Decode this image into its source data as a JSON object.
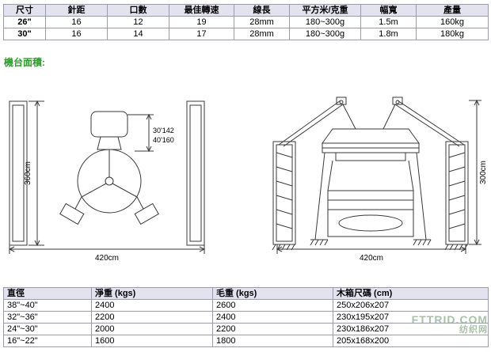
{
  "top_table": {
    "headers": [
      "尺寸",
      "針距",
      "口數",
      "最佳轉速",
      "線長",
      "平方米/克重",
      "幅寬",
      "產量"
    ],
    "rows": [
      [
        "26\"",
        "16",
        "12",
        "19",
        "28mm",
        "180~300g",
        "1.5m",
        "160kg"
      ],
      [
        "30\"",
        "16",
        "14",
        "17",
        "28mm",
        "180~300g",
        "1.8m",
        "180kg"
      ]
    ]
  },
  "section_label": "機台面積:",
  "diagram": {
    "top_view": {
      "height_dim": "360cm",
      "width_dim": "420cm",
      "inner_dim_1": "30'142",
      "inner_dim_2": "40'160"
    },
    "front_view": {
      "height_dim": "300cm",
      "width_dim": "420cm"
    }
  },
  "bottom_table": {
    "headers": [
      "直徑",
      "淨重 (kgs)",
      "毛重 (kgs)",
      "木箱尺碼 (cm)"
    ],
    "rows": [
      [
        "38\"~40\"",
        "2400",
        "2600",
        "250x206x207"
      ],
      [
        "32\"~36\"",
        "2200",
        "2400",
        "230x195x207"
      ],
      [
        "24\"~30\"",
        "2000",
        "2200",
        "230x186x207"
      ],
      [
        "16\"~22\"",
        "1600",
        "1800",
        "205x168x200"
      ]
    ]
  },
  "watermark": {
    "line1": "FTTRID.COM",
    "line2": "纺织网"
  }
}
